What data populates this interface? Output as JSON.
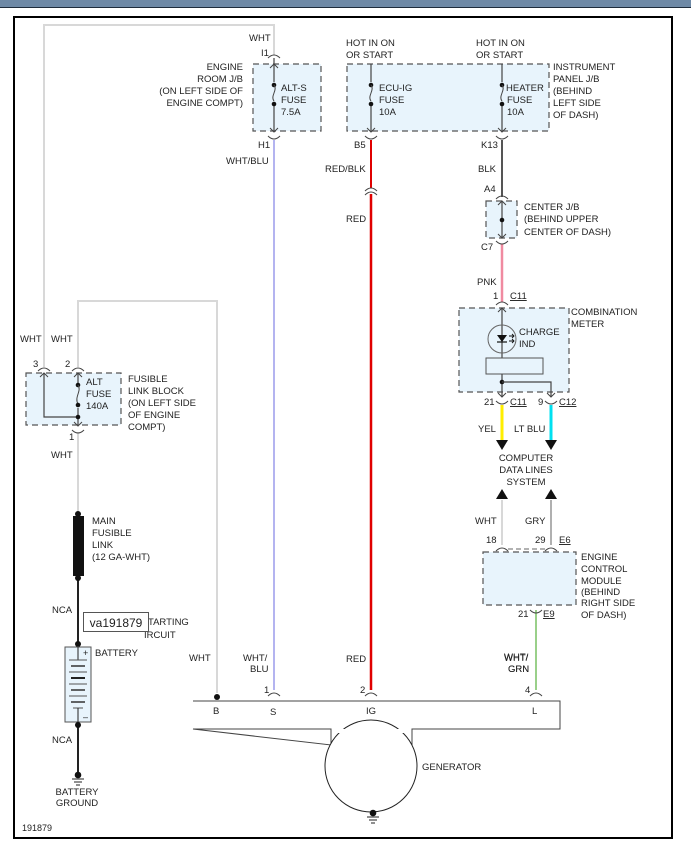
{
  "diagram": {
    "id_label": "191879",
    "tooltip": "va191879",
    "wire_colors": {
      "white": "#d8d8d8",
      "wht_blu": "#b4b4f0",
      "red": "#e00000",
      "black": "#555555",
      "pink": "#f08aa0",
      "yellow": "#ffee00",
      "lt_blu": "#00e0f0",
      "wht_grn": "#9ad08a",
      "box_fill": "#e8f4fc"
    },
    "engine_room_jb": {
      "title": [
        "ENGINE",
        "ROOM J/B",
        "(ON LEFT SIDE OF",
        "ENGINE COMPT)"
      ],
      "fuse": [
        "ALT-S",
        "FUSE",
        "7.5A"
      ],
      "pin_in": "I1",
      "pin_out": "H1",
      "wire_in": "WHT",
      "wire_out": "WHT/BLU"
    },
    "instrument_panel_jb": {
      "title": [
        "INSTRUMENT",
        "PANEL J/B",
        "(BEHIND",
        "LEFT SIDE",
        "OF DASH)"
      ],
      "hot1": [
        "HOT IN ON",
        "OR START"
      ],
      "hot2": [
        "HOT IN ON",
        "OR START"
      ],
      "fuse1": [
        "ECU-IG",
        "FUSE",
        "10A"
      ],
      "fuse2": [
        "HEATER",
        "FUSE",
        "10A"
      ],
      "pin1": "B5",
      "pin2": "K13",
      "wire1a": "RED/BLK",
      "wire1b": "RED",
      "wire2": "BLK"
    },
    "center_jb": {
      "title": [
        "CENTER J/B",
        "(BEHIND UPPER",
        "CENTER OF DASH)"
      ],
      "pin_in": "A4",
      "pin_out": "C7",
      "wire_out": "PNK"
    },
    "combination_meter": {
      "title": [
        "COMBINATION",
        "METER"
      ],
      "indicator": [
        "CHARGE",
        "IND"
      ],
      "pin_in": "1",
      "conn_in": "C11",
      "pin_out1": "21",
      "conn_out1": "C11",
      "pin_out2": "9",
      "conn_out2": "C12",
      "wire_out1": "YEL",
      "wire_out2": "LT BLU"
    },
    "computer_data_lines": [
      "COMPUTER",
      "DATA LINES",
      "SYSTEM"
    ],
    "ecm": {
      "title": [
        "ENGINE",
        "CONTROL",
        "MODULE",
        "(BEHIND",
        "RIGHT SIDE",
        "OF DASH)"
      ],
      "wire_in1": "WHT",
      "wire_in2": "GRY",
      "pin_in1": "18",
      "pin_in2": "29",
      "conn_in": "E6",
      "pin_out": "21",
      "conn_out": "E9",
      "wire_out": [
        "WHT/",
        "GRN"
      ]
    },
    "fusible_link_block": {
      "title": [
        "FUSIBLE",
        "LINK BLOCK",
        "(ON LEFT SIDE",
        "OF ENGINE",
        "COMPT)"
      ],
      "fuse": [
        "ALT",
        "FUSE",
        "140A"
      ],
      "wire_in1": "WHT",
      "wire_in2": "WHT",
      "pin3": "3",
      "pin2": "2",
      "pin1": "1",
      "wire_out": "WHT"
    },
    "main_fusible_link": [
      "MAIN",
      "FUSIBLE",
      "LINK",
      "(12 GA-WHT)"
    ],
    "battery": {
      "label": "BATTERY",
      "wire_top": "NCA",
      "wire_bottom": "NCA",
      "plus": "+",
      "minus": "–",
      "starting_circuit": [
        "TARTING",
        "IRCUIT"
      ],
      "ground": [
        "BATTERY",
        "GROUND"
      ]
    },
    "generator": {
      "label": "GENERATOR",
      "terminals": [
        "B",
        "S",
        "IG",
        "L"
      ],
      "pins": [
        "1",
        "2",
        "4"
      ],
      "wire_b": "WHT",
      "wire_s": [
        "WHT/",
        "BLU"
      ],
      "wire_ig": "RED",
      "wire_l": [
        "WHT/",
        "GRN"
      ]
    }
  }
}
